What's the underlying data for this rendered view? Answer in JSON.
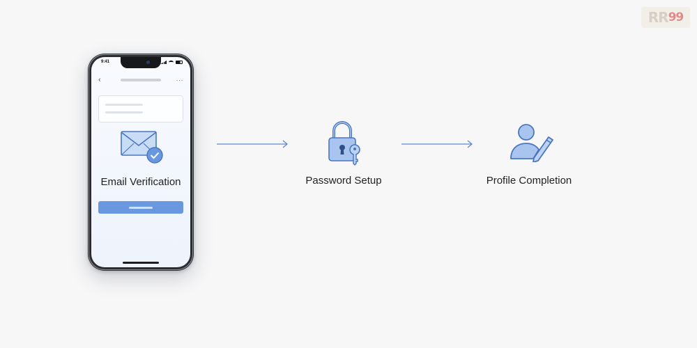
{
  "phone": {
    "status_time": "9:41",
    "label": "Email Verification",
    "icons": {
      "back": "chevron-left-icon",
      "more": "more-horizontal-icon",
      "envelope": "envelope-check-icon"
    }
  },
  "flow": {
    "steps": [
      {
        "label": "Email Verification",
        "icon": "envelope-check-icon"
      },
      {
        "label": "Password Setup",
        "icon": "padlock-key-icon"
      },
      {
        "label": "Profile Completion",
        "icon": "user-edit-icon"
      }
    ],
    "connector_icon": "arrow-right-icon"
  },
  "watermark": {
    "text": "RR",
    "suffix": "99"
  },
  "colors": {
    "background": "#f7f7f8",
    "accent": "#6a98e0",
    "icon_fill": "#a9c4ee",
    "icon_stroke": "#4a76bd",
    "text": "#222222"
  }
}
